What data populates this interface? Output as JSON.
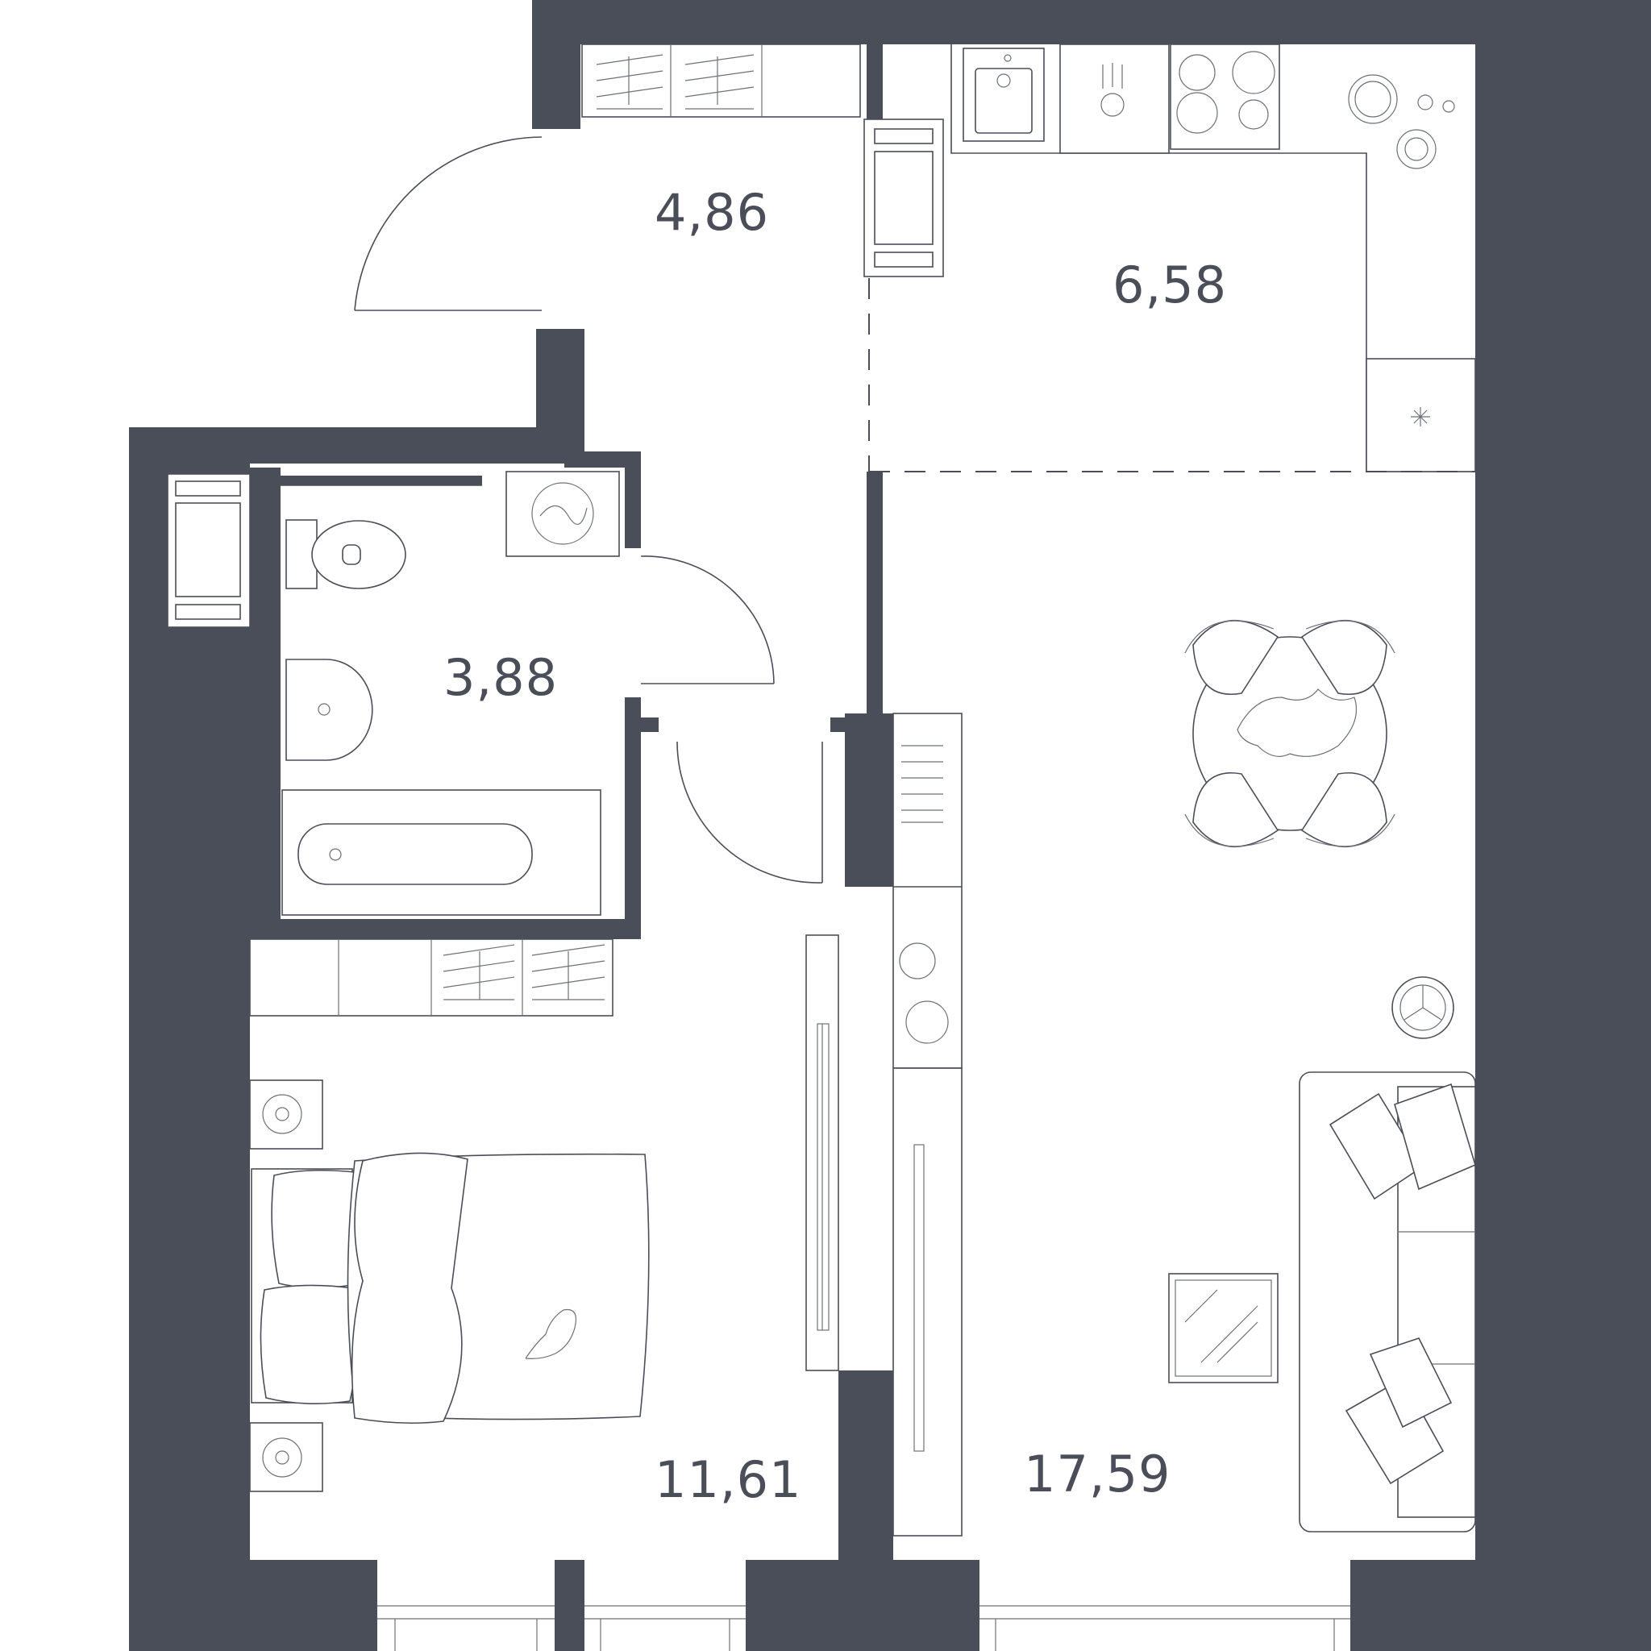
{
  "rooms": {
    "hallway": {
      "area": "4,86"
    },
    "kitchen": {
      "area": "6,58"
    },
    "bathroom": {
      "area": "3,88"
    },
    "bedroom": {
      "area": "11,61"
    },
    "living_room": {
      "area": "17,59"
    }
  },
  "colors": {
    "wall": "#4a4e58",
    "background": "#ffffff"
  }
}
